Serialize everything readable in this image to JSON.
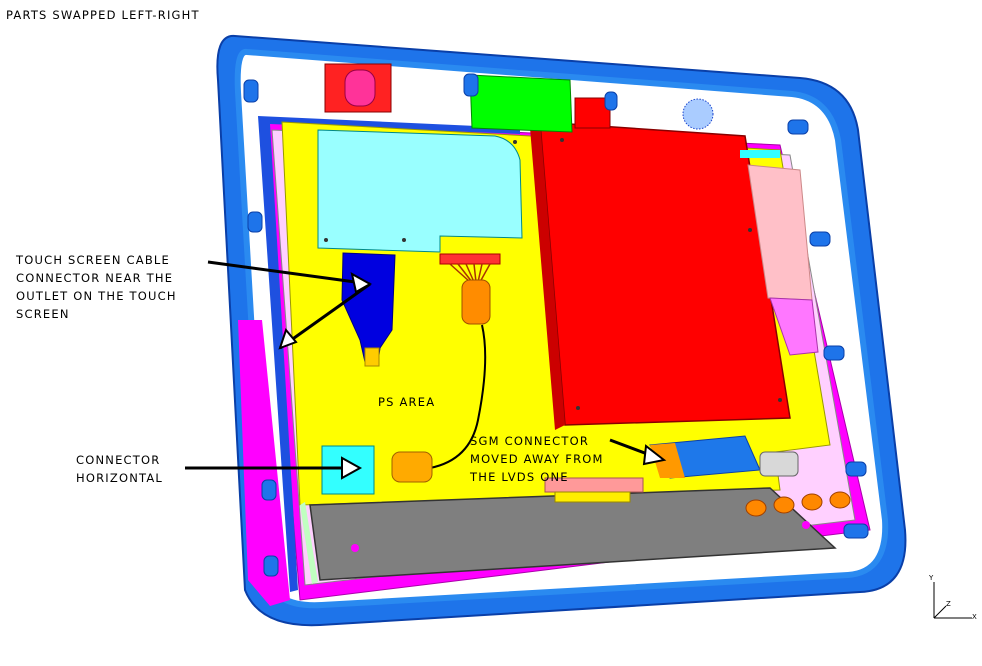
{
  "title": "PARTS SWAPPED LEFT-RIGHT",
  "annotations": {
    "touch_screen": "TOUCH SCREEN CABLE\nCONNECTOR NEAR THE\nOUTLET ON THE TOUCH\nSCREEN",
    "connector_horizontal": "CONNECTOR\nHORIZONTAL",
    "ps_area": "PS AREA",
    "sgm": "SGM CONNECTOR\nMOVED AWAY FROM\nTHE LVDS ONE"
  },
  "axis": {
    "y": "Y",
    "z": "Z",
    "x": "X"
  },
  "colors": {
    "enclosure": "#1a6fe6",
    "frame": "#ff00ff",
    "board": "#ffff00",
    "red_board": "#ff0000",
    "cyan_part": "#00ffff",
    "green_part": "#00ff00",
    "pink_part": "#ffc0c8",
    "display": "#808080",
    "orange": "#ff9900"
  }
}
